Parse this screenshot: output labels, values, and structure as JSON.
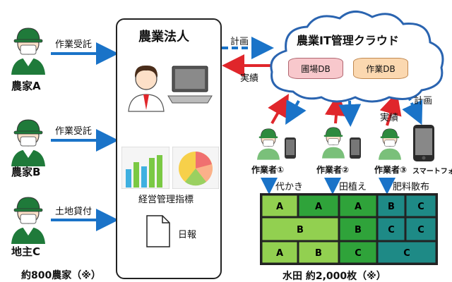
{
  "farmers": [
    {
      "name": "農家A",
      "action": "作業受託"
    },
    {
      "name": "農家B",
      "action": "作業受託"
    },
    {
      "name": "地主C",
      "action": "土地貸付"
    }
  ],
  "farmers_footer": "約800農家（※）",
  "corp": {
    "title": "農業法人",
    "chart_label": "経営管理指標",
    "doc_label": "日報"
  },
  "flows": {
    "plan": "計画",
    "actual": "実績",
    "plan2": "計画",
    "actual2": "実績"
  },
  "cloud": {
    "title": "農業IT管理クラウド",
    "db1": "圃場DB",
    "db2": "作業DB"
  },
  "workers": [
    "作業者①",
    "作業者②",
    "作業者③",
    "スマートフォン"
  ],
  "tasks": [
    "代かき",
    "田植え",
    "肥料散布"
  ],
  "fields": {
    "cells": [
      "A",
      "A",
      "A",
      "B",
      "C",
      "B",
      "B",
      "C",
      "C",
      "A",
      "B",
      "C",
      "C"
    ],
    "footer": "水田 約2,000枚（※）"
  },
  "colors": {
    "arrow_blue": "#1a73c8",
    "arrow_red": "#e0262b",
    "field_light": "#92d050",
    "field_mid": "#2fa33a",
    "field_dark": "#1e8a86",
    "cloud_fill": "#fff"
  }
}
